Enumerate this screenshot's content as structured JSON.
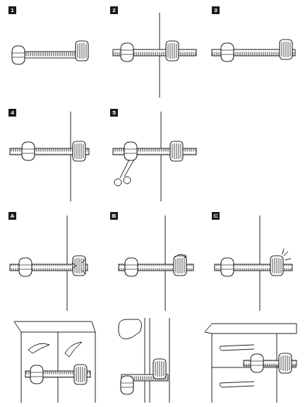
{
  "diagram": {
    "labels": [
      "1",
      "2",
      "3",
      "4",
      "5",
      "A",
      "B",
      "C"
    ]
  }
}
